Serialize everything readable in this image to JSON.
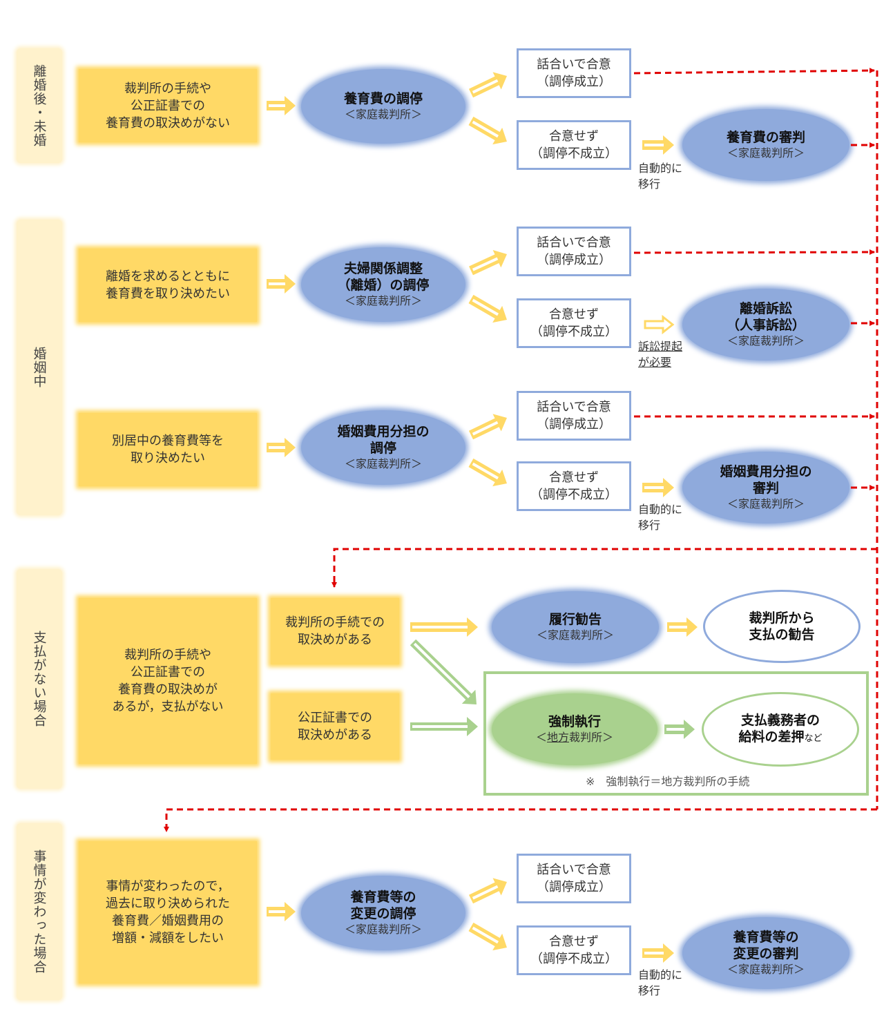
{
  "colors": {
    "category_bg": "#fff2cc",
    "situation_box": "#ffd966",
    "court_ellipse": "#8faadc",
    "enforcement_ellipse": "#a9d18e",
    "arrow_yellow": "#ffd966",
    "arrow_green": "#a9d18e",
    "result_border": "#8faadc",
    "flow_dashed": "#e00000"
  },
  "sections": {
    "after_divorce": {
      "category": "離婚後・未婚",
      "situation": "裁判所の手続や\n公正証書での\n養育費の取決めがない",
      "mediation": {
        "title": "養育費の調停",
        "court": "＜家庭裁判所＞"
      },
      "agreed": "話合いで合意\n（調停成立）",
      "not_agreed": "合意せず\n（調停不成立）",
      "transition_note": "自動的に\n移行",
      "next": {
        "title": "養育費の審判",
        "court": "＜家庭裁判所＞"
      }
    },
    "during_marriage": {
      "category": "婚姻中",
      "divorce": {
        "situation": "離婚を求めるとともに\n養育費を取り決めたい",
        "mediation": {
          "title": "夫婦関係調整\n（離婚）の調停",
          "court": "＜家庭裁判所＞"
        },
        "agreed": "話合いで合意\n（調停成立）",
        "not_agreed": "合意せず\n（調停不成立）",
        "transition_note": "訴訟提起\nが必要",
        "next": {
          "title": "離婚訴訟\n（人事訴訟）",
          "court": "＜家庭裁判所＞"
        }
      },
      "separation": {
        "situation": "別居中の養育費等を\n取り決めたい",
        "mediation": {
          "title": "婚姻費用分担の\n調停",
          "court": "＜家庭裁判所＞"
        },
        "agreed": "話合いで合意\n（調停成立）",
        "not_agreed": "合意せず\n（調停不成立）",
        "transition_note": "自動的に\n移行",
        "next": {
          "title": "婚姻費用分担の\n審判",
          "court": "＜家庭裁判所＞"
        }
      }
    },
    "no_payment": {
      "category": "支払がない場合",
      "situation": "裁判所の手続や\n公正証書での\n養育費の取決めが\nあるが，支払がない",
      "court_arrangement": "裁判所の手続での\n取決めがある",
      "notary_arrangement": "公正証書での\n取決めがある",
      "recommendation": {
        "title": "履行勧告",
        "court": "＜家庭裁判所＞"
      },
      "recommendation_result": "裁判所から\n支払の勧告",
      "enforcement": {
        "title": "強制執行",
        "court_prefix": "＜",
        "court_underlined": "地方",
        "court_suffix": "裁判所＞"
      },
      "enforcement_result": {
        "title": "支払義務者の\n給料の差押",
        "suffix": "など"
      },
      "footnote": "※　強制執行＝地方裁判所の手続"
    },
    "changed_circumstances": {
      "category": "事情が変わった場合",
      "situation": "事情が変わったので，\n過去に取り決められた\n養育費／婚姻費用の\n増額・減額をしたい",
      "mediation": {
        "title": "養育費等の\n変更の調停",
        "court": "＜家庭裁判所＞"
      },
      "agreed": "話合いで合意\n（調停成立）",
      "not_agreed": "合意せず\n（調停不成立）",
      "transition_note": "自動的に\n移行",
      "next": {
        "title": "養育費等の\n変更の審判",
        "court": "＜家庭裁判所＞"
      }
    }
  }
}
